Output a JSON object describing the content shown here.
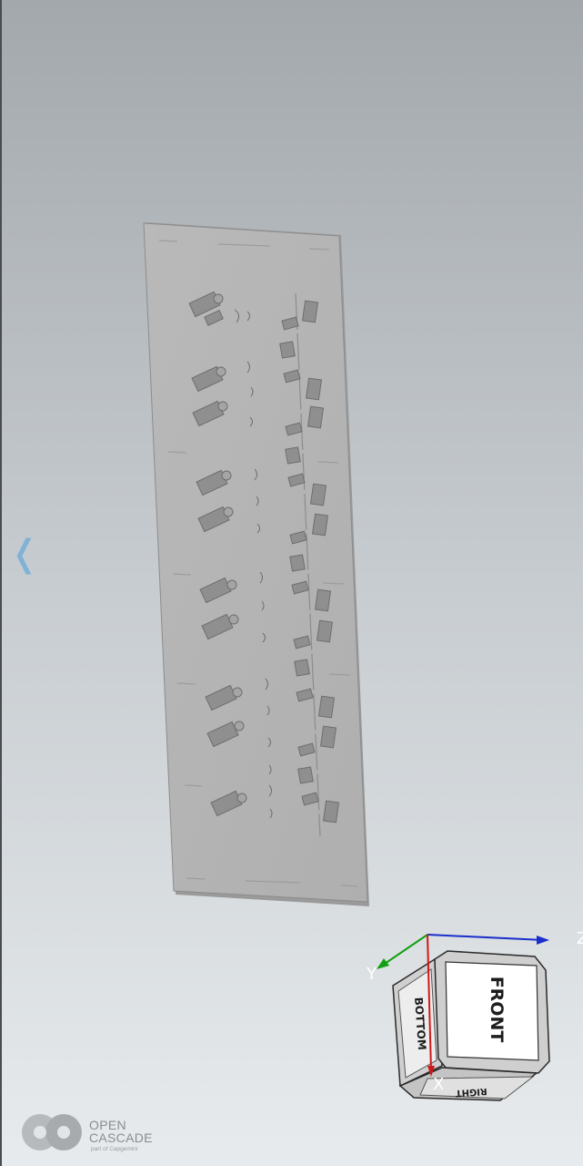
{
  "viewer": {
    "background_top": "#a3a8ac",
    "background_bottom": "#e7ebed",
    "panel_toggle_icon": "chevron-left-icon",
    "panel_toggle_glyph": "❬"
  },
  "model": {
    "plate_color": "#b4b4b4",
    "component_color": "#8f8f8f"
  },
  "view_cube": {
    "faces": {
      "front": "FRONT",
      "bottom": "BOTTOM",
      "right": "RIGHT"
    },
    "axes": {
      "x": "X",
      "y": "Y",
      "z": "Z"
    },
    "axis_colors": {
      "x": "#d01818",
      "y": "#12a012",
      "z": "#1a2ecb"
    }
  },
  "logo": {
    "name": "OPEN\nCASCADE",
    "subtitle": "part of Capgemini"
  }
}
